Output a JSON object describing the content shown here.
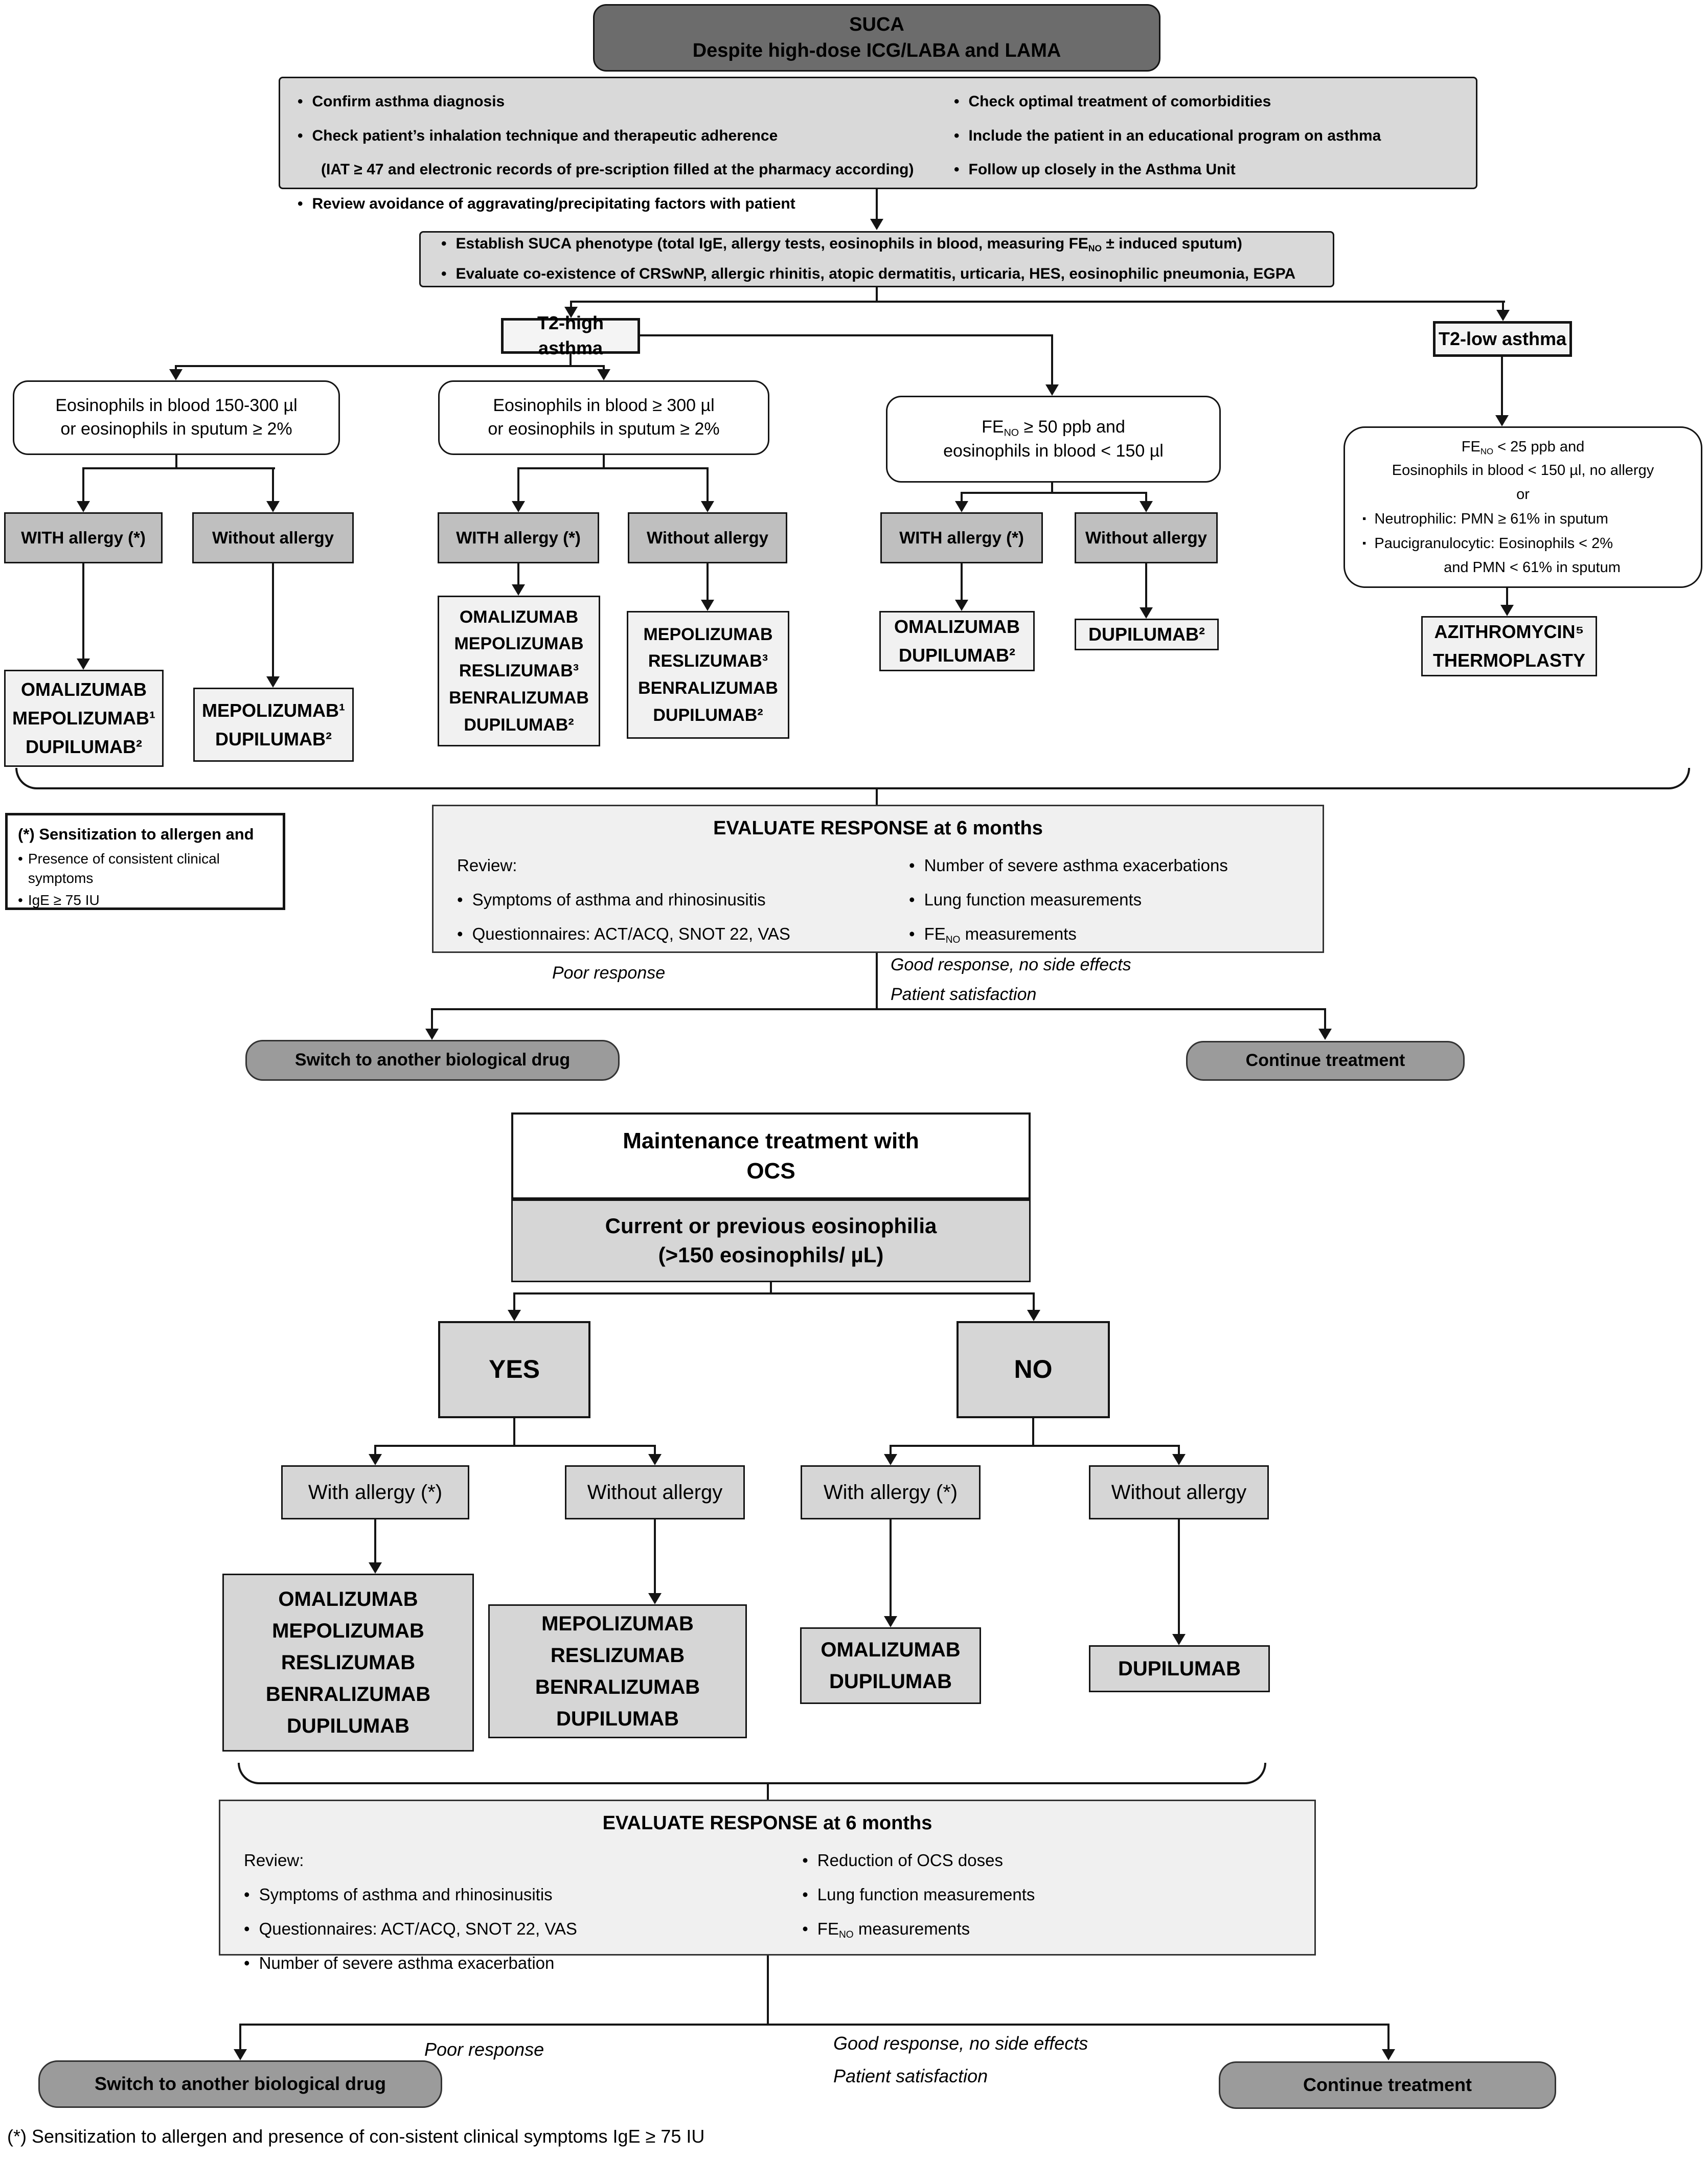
{
  "top": {
    "suca": {
      "title": "SUCA",
      "subtitle": "Despite high-dose ICG/LABA and LAMA"
    },
    "checklist": {
      "l1": "Confirm asthma diagnosis",
      "l2": "Check patient’s inhalation technique and therapeutic adherence",
      "l2b": "(IAT ≥ 47 and electronic records of pre-scription filled at the pharmacy according)",
      "l3": "Review avoidance of aggravating/precipitating factors with patient",
      "r1": "Check optimal treatment of comorbidities",
      "r2": "Include the patient in an educational program on asthma",
      "r3": "Follow up closely in the Asthma Unit"
    },
    "phenotype": {
      "b1_pre": "Establish SUCA phenotype (total IgE, allergy tests, eosinophils in blood, measuring FE",
      "b1_sub": "NO",
      "b1_post": " ± induced sputum)",
      "b2": "Evaluate co-existence of CRSwNP, allergic rhinitis, atopic dermatitis, urticaria, HES, eosinophilic pneumonia, EGPA"
    },
    "t2_high": "T2-high asthma",
    "t2_low": "T2-low asthma",
    "crit1": {
      "l1": "Eosinophils in blood 150-300 µl",
      "l2": "or eosinophils in sputum ≥ 2%"
    },
    "crit2": {
      "l1": "Eosinophils in blood ≥ 300 µl",
      "l2": "or eosinophils in sputum ≥ 2%"
    },
    "crit3": {
      "l1_pre": "FE",
      "l1_sub": "NO",
      "l1_post": " ≥ 50 ppb and",
      "l2": "eosinophils in blood < 150 µl"
    },
    "t2low_crit": {
      "l1_pre": "FE",
      "l1_sub": "NO",
      "l1_post": " < 25 ppb and",
      "l2": "Eosinophils in blood < 150 µl, no allergy",
      "or": "or",
      "n1": "Neutrophilic: PMN ≥ 61% in sputum",
      "n2": "Paucigranulocytic: Eosinophils < 2%",
      "n2b": "and PMN < 61% in sputum"
    },
    "with_allergy": "WITH allergy (*)",
    "without_allergy": "Without allergy",
    "drugs1": [
      "OMALIZUMAB",
      "MEPOLIZUMAB¹",
      "DUPILUMAB²"
    ],
    "drugs2": [
      "MEPOLIZUMAB¹",
      "DUPILUMAB²"
    ],
    "drugs3": [
      "OMALIZUMAB",
      "MEPOLIZUMAB",
      "RESLIZUMAB³",
      "BENRALIZUMAB",
      "DUPILUMAB²"
    ],
    "drugs4": [
      "MEPOLIZUMAB",
      "RESLIZUMAB³",
      "BENRALIZUMAB",
      "DUPILUMAB²"
    ],
    "drugs5": [
      "OMALIZUMAB",
      "DUPILUMAB²"
    ],
    "drugs6": [
      "DUPILUMAB²"
    ],
    "t2low_tx": [
      "AZITHROMYCIN⁵",
      "THERMOPLASTY"
    ],
    "evaluate": {
      "title": "EVALUATE RESPONSE at 6 months",
      "review": "Review:",
      "left": [
        "Symptoms of asthma and rhinosinusitis",
        "Questionnaires: ACT/ACQ, SNOT 22, VAS"
      ],
      "right": [
        "Number of severe asthma exacerbations",
        "Lung function measurements"
      ],
      "feno_pre": "FE",
      "feno_sub": "NO",
      "feno_post": " measurements"
    },
    "note": {
      "title": "(*) Sensitization to allergen and",
      "i1": "Presence of consistent clinical symptoms",
      "i2": "IgE ≥ 75 IU"
    },
    "poor": "Poor response",
    "good1": "Good response, no side effects",
    "good2": "Patient satisfaction",
    "switch": "Switch to another biological drug",
    "continue": "Continue treatment"
  },
  "bottom": {
    "maintenance": {
      "l1": "Maintenance treatment with",
      "l2": "OCS"
    },
    "eos": {
      "l1": "Current or previous eosinophilia",
      "l2": "(>150 eosinophils/ µL)"
    },
    "yes": "YES",
    "no": "NO",
    "with_allergy": "With allergy (*)",
    "without_allergy": "Without allergy",
    "e1": [
      "OMALIZUMAB",
      "MEPOLIZUMAB",
      "RESLIZUMAB",
      "BENRALIZUMAB",
      "DUPILUMAB"
    ],
    "e2": [
      "MEPOLIZUMAB",
      "RESLIZUMAB",
      "BENRALIZUMAB",
      "DUPILUMAB"
    ],
    "e3": [
      "OMALIZUMAB",
      "DUPILUMAB"
    ],
    "e4": [
      "DUPILUMAB"
    ],
    "evaluate": {
      "title": "EVALUATE RESPONSE at 6 months",
      "review": "Review:",
      "left": [
        "Symptoms of asthma and rhinosinusitis",
        "Questionnaires: ACT/ACQ, SNOT 22, VAS",
        "Number of severe asthma exacerbation"
      ],
      "right": [
        "Reduction of OCS doses",
        "Lung function measurements"
      ],
      "feno_pre": "FE",
      "feno_sub": "NO",
      "feno_post": " measurements"
    },
    "poor": "Poor response",
    "good1": "Good response, no side effects",
    "good2": "Patient satisfaction",
    "switch": "Switch to another biological drug",
    "continue": "Continue treatment"
  },
  "footnote": "(*) Sensitization to allergen and presence of con-sistent clinical symptoms IgE ≥ 75 IU",
  "colors": {
    "dark_header": "#6c6c6c",
    "light_panel": "#d9d9d9",
    "mid_gray": "#bfbfbf",
    "action_gray": "#9b9b9b",
    "drug_panel": "#f1f1f1",
    "evaluate_panel": "#f0f0f0",
    "line": "#141414"
  }
}
